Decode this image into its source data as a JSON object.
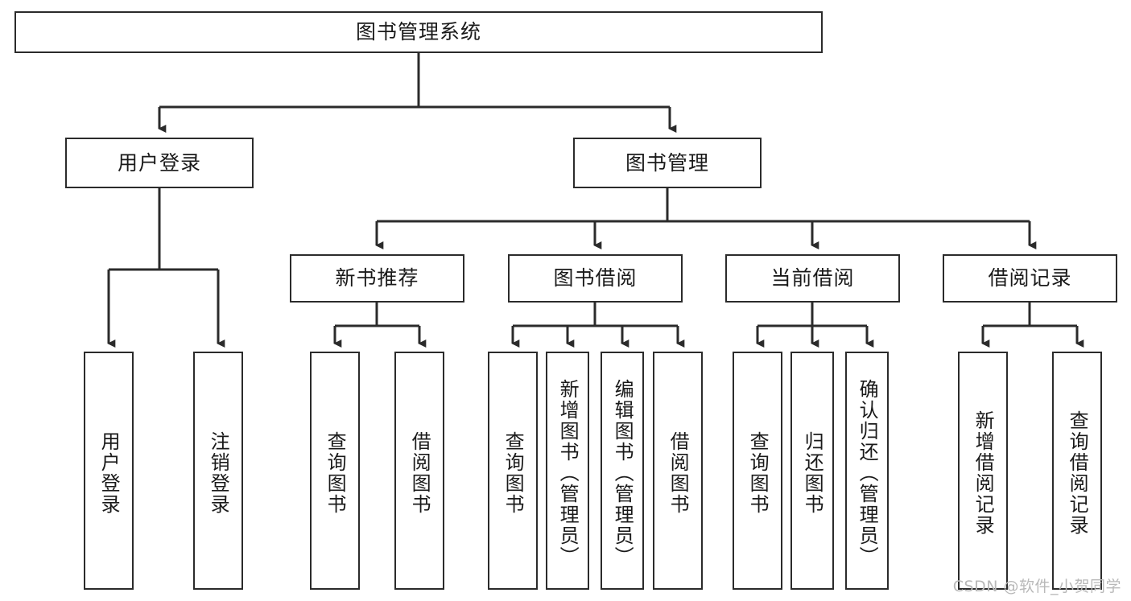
{
  "diagram": {
    "title": "图书管理系统",
    "watermark": "CSDN @软件_小贺同学",
    "line_color": "#2b2b2b",
    "box_fill": "#ffffff",
    "text_color": "#1a1a1a",
    "watermark_color": "#b9b9b9"
  },
  "root": {
    "label": "图书管理系统"
  },
  "level1": [
    {
      "label": "用户登录"
    },
    {
      "label": "图书管理"
    }
  ],
  "level2": [
    {
      "label": "新书推荐"
    },
    {
      "label": "图书借阅"
    },
    {
      "label": "当前借阅"
    },
    {
      "label": "借阅记录"
    }
  ],
  "leaves": {
    "user_login": [
      {
        "label": "用户登录"
      },
      {
        "label": "注销登录"
      }
    ],
    "new_book": [
      {
        "label": "查询图书"
      },
      {
        "label": "借阅图书"
      }
    ],
    "book_borrow": [
      {
        "label": "查询图书"
      },
      {
        "label": "新增图书（管理员）"
      },
      {
        "label": "编辑图书（管理员）"
      },
      {
        "label": "借阅图书"
      }
    ],
    "current_borrow": [
      {
        "label": "查询图书"
      },
      {
        "label": "归还图书"
      },
      {
        "label": "确认归还（管理员）"
      }
    ],
    "borrow_record": [
      {
        "label": "新增借阅记录"
      },
      {
        "label": "查询借阅记录"
      }
    ]
  }
}
